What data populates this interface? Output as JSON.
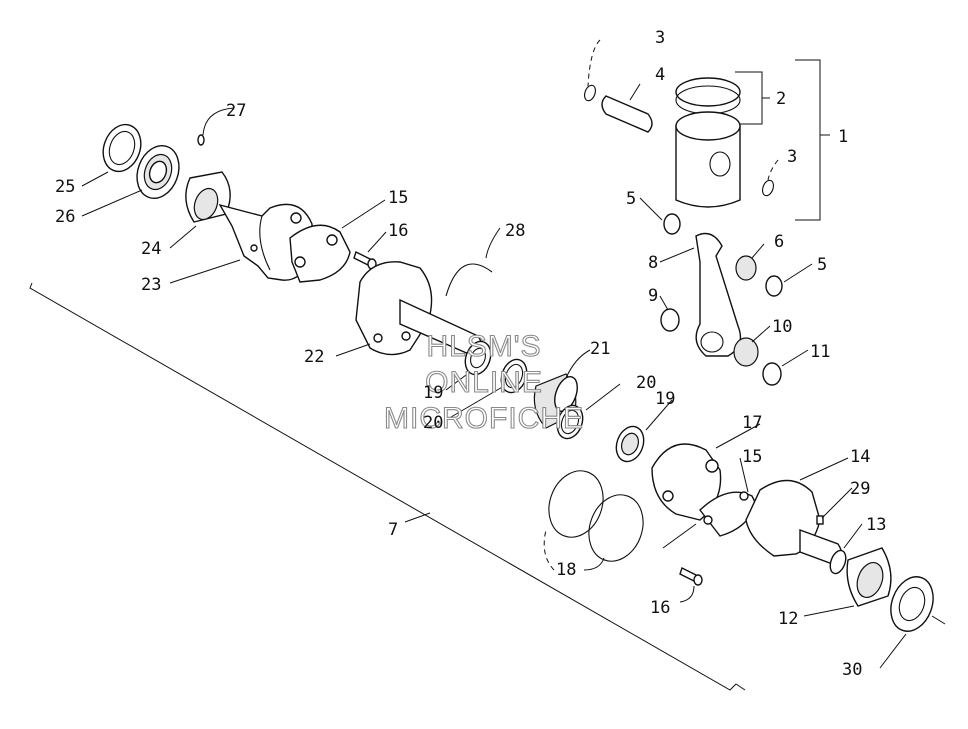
{
  "callouts": [
    {
      "id": "1",
      "text": "1"
    },
    {
      "id": "2",
      "text": "2"
    },
    {
      "id": "3a",
      "text": "3"
    },
    {
      "id": "3b",
      "text": "3"
    },
    {
      "id": "4",
      "text": "4"
    },
    {
      "id": "5a",
      "text": "5"
    },
    {
      "id": "5b",
      "text": "5"
    },
    {
      "id": "6",
      "text": "6"
    },
    {
      "id": "7",
      "text": "7"
    },
    {
      "id": "8",
      "text": "8"
    },
    {
      "id": "9",
      "text": "9"
    },
    {
      "id": "10",
      "text": "10"
    },
    {
      "id": "11",
      "text": "11"
    },
    {
      "id": "12",
      "text": "12"
    },
    {
      "id": "13",
      "text": "13"
    },
    {
      "id": "14",
      "text": "14"
    },
    {
      "id": "15a",
      "text": "15"
    },
    {
      "id": "15b",
      "text": "15"
    },
    {
      "id": "16a",
      "text": "16"
    },
    {
      "id": "16b",
      "text": "16"
    },
    {
      "id": "17",
      "text": "17"
    },
    {
      "id": "18",
      "text": "18"
    },
    {
      "id": "19a",
      "text": "19"
    },
    {
      "id": "19b",
      "text": "19"
    },
    {
      "id": "20a",
      "text": "20"
    },
    {
      "id": "20b",
      "text": "20"
    },
    {
      "id": "21",
      "text": "21"
    },
    {
      "id": "22",
      "text": "22"
    },
    {
      "id": "23",
      "text": "23"
    },
    {
      "id": "24",
      "text": "24"
    },
    {
      "id": "25",
      "text": "25"
    },
    {
      "id": "26",
      "text": "26"
    },
    {
      "id": "27",
      "text": "27"
    },
    {
      "id": "28",
      "text": "28"
    },
    {
      "id": "29",
      "text": "29"
    },
    {
      "id": "30",
      "text": "30"
    }
  ],
  "watermark": {
    "line1": "HLSM'S",
    "line2": "ONLINE",
    "line3": "MICROFICHE"
  }
}
